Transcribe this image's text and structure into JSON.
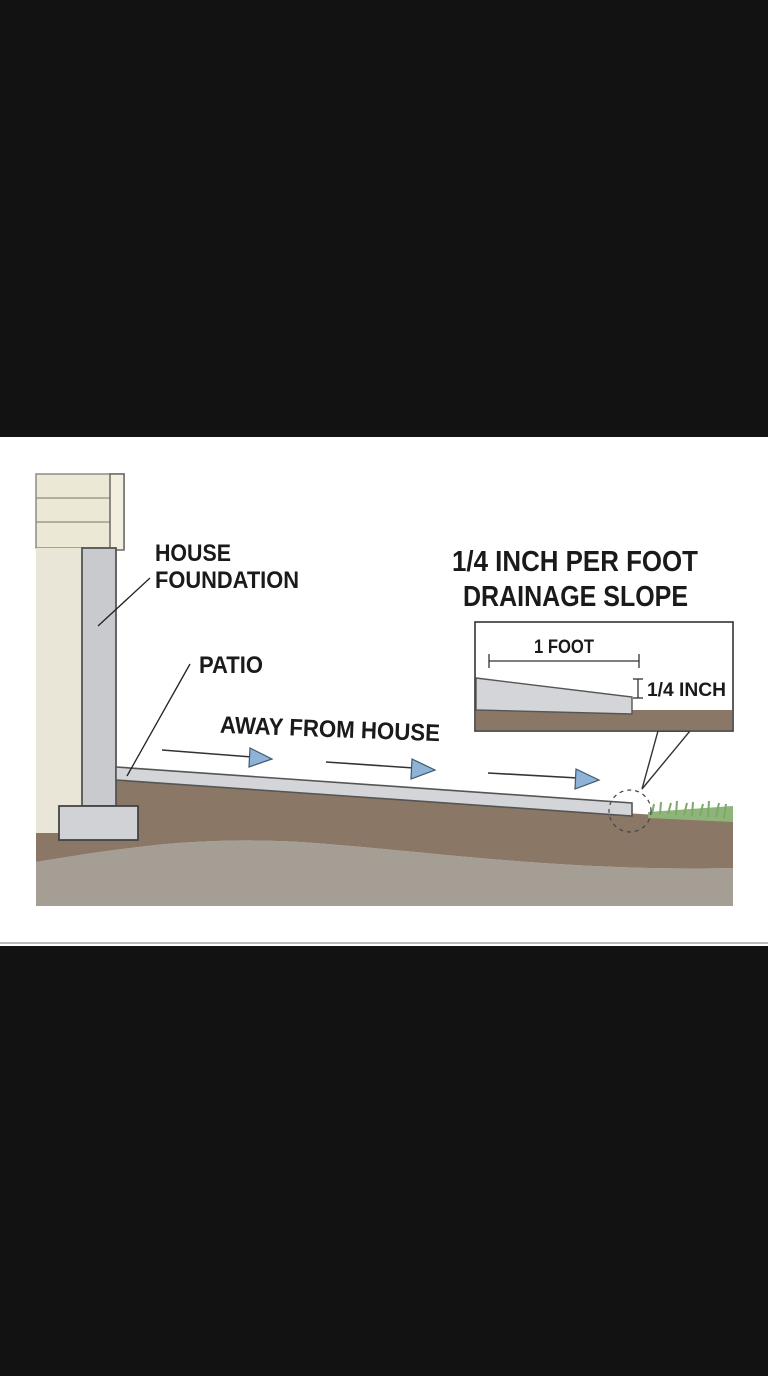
{
  "labels": {
    "foundation_line1": "HOUSE",
    "foundation_line2": "FOUNDATION",
    "patio": "PATIO",
    "flow": "AWAY FROM HOUSE",
    "slope_title_line1": "1/4 INCH PER FOOT",
    "slope_title_line2": "DRAINAGE SLOPE",
    "inset_run": "1 FOOT",
    "inset_rise": "1/4 INCH"
  },
  "colors": {
    "siding": "#ece8d6",
    "foundation": "#c8cacd",
    "patio_slab": "#d3d5d8",
    "soil": "#8b7765",
    "subsoil": "#a59e95",
    "grass": "#7ea86a",
    "arrow": "#8fb3d6",
    "background_band": "#121212",
    "panel": "#ffffff"
  },
  "icons": {
    "flow_arrows": "arrow-right-icon",
    "callout": "magnifier-callout-icon"
  }
}
